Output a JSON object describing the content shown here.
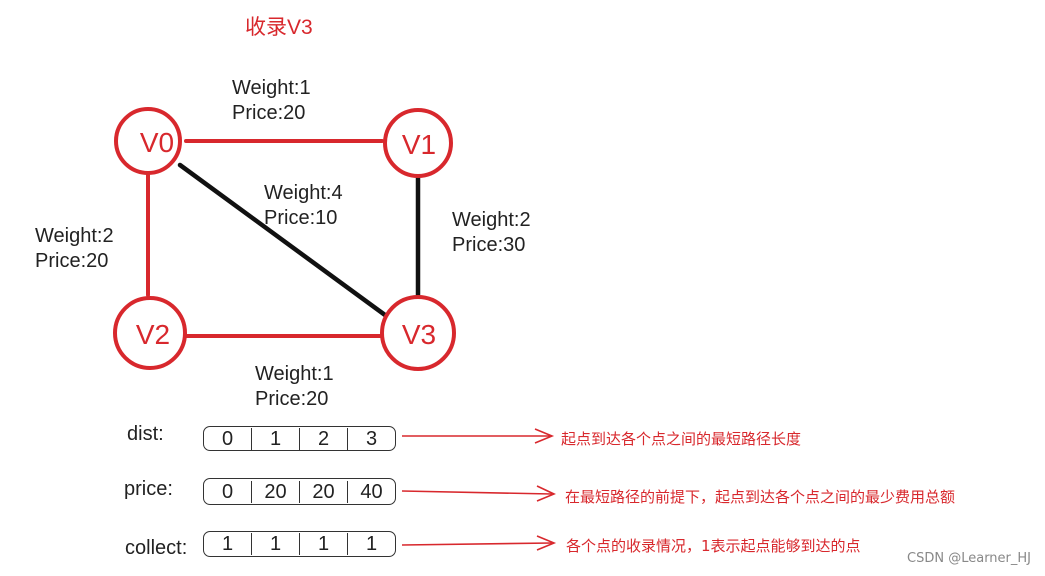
{
  "title": "收录V3",
  "nodes": [
    {
      "id": "V0",
      "label": "V0"
    },
    {
      "id": "V1",
      "label": "V1"
    },
    {
      "id": "V2",
      "label": "V2"
    },
    {
      "id": "V3",
      "label": "V3"
    }
  ],
  "edges": [
    {
      "from": "V0",
      "to": "V1",
      "weight_label": "Weight:1",
      "price_label": "Price:20",
      "color": "#d8282d"
    },
    {
      "from": "V0",
      "to": "V2",
      "weight_label": "Weight:2",
      "price_label": "Price:20",
      "color": "#d8282d"
    },
    {
      "from": "V0",
      "to": "V3",
      "weight_label": "Weight:4",
      "price_label": "Price:10",
      "color": "#111111"
    },
    {
      "from": "V1",
      "to": "V3",
      "weight_label": "Weight:2",
      "price_label": "Price:30",
      "color": "#111111"
    },
    {
      "from": "V2",
      "to": "V3",
      "weight_label": "Weight:1",
      "price_label": "Price:20",
      "color": "#d8282d"
    }
  ],
  "arrays": {
    "dist": {
      "label": "dist:",
      "values": [
        "0",
        "1",
        "2",
        "3"
      ],
      "note": "起点到达各个点之间的最短路径长度"
    },
    "price": {
      "label": "price:",
      "values": [
        "0",
        "20",
        "20",
        "40"
      ],
      "note": "在最短路径的前提下，起点到达各个点之间的最少费用总额"
    },
    "collect": {
      "label": "collect:",
      "values": [
        "1",
        "1",
        "1",
        "1"
      ],
      "note": "各个点的收录情况，1表示起点能够到达的点"
    }
  },
  "watermark": "CSDN @Learner_HJ",
  "colors": {
    "accent_red": "#d8282d",
    "ink": "#111111"
  }
}
